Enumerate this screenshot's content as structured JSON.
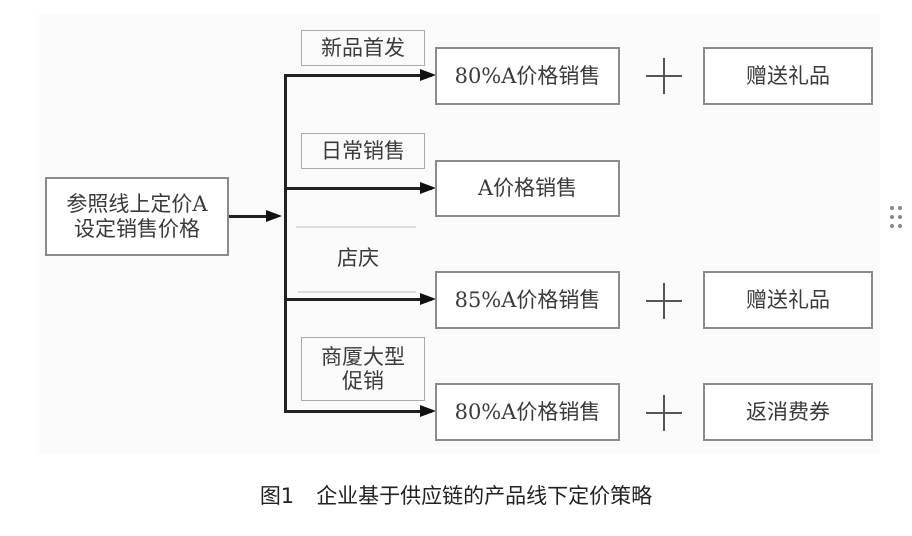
{
  "diagram": {
    "source_box": {
      "lines": [
        "参照线上定价A",
        "设定销售价格"
      ]
    },
    "branches": [
      {
        "condition": "新品首发",
        "action": "80%A价格销售",
        "extra": "赠送礼品"
      },
      {
        "condition": "日常销售",
        "action": "A价格销售",
        "extra": null
      },
      {
        "condition": "店庆",
        "action": "85%A价格销售",
        "extra": "赠送礼品"
      },
      {
        "condition_lines": [
          "商厦大型",
          "促销"
        ],
        "action": "80%A价格销售",
        "extra": "返消费券"
      }
    ],
    "plus_symbol": "+"
  },
  "caption": {
    "number": "图1",
    "title": "企业基于供应链的产品线下定价策略"
  },
  "icons": {
    "drag_handle": "drag-handle-icon"
  }
}
